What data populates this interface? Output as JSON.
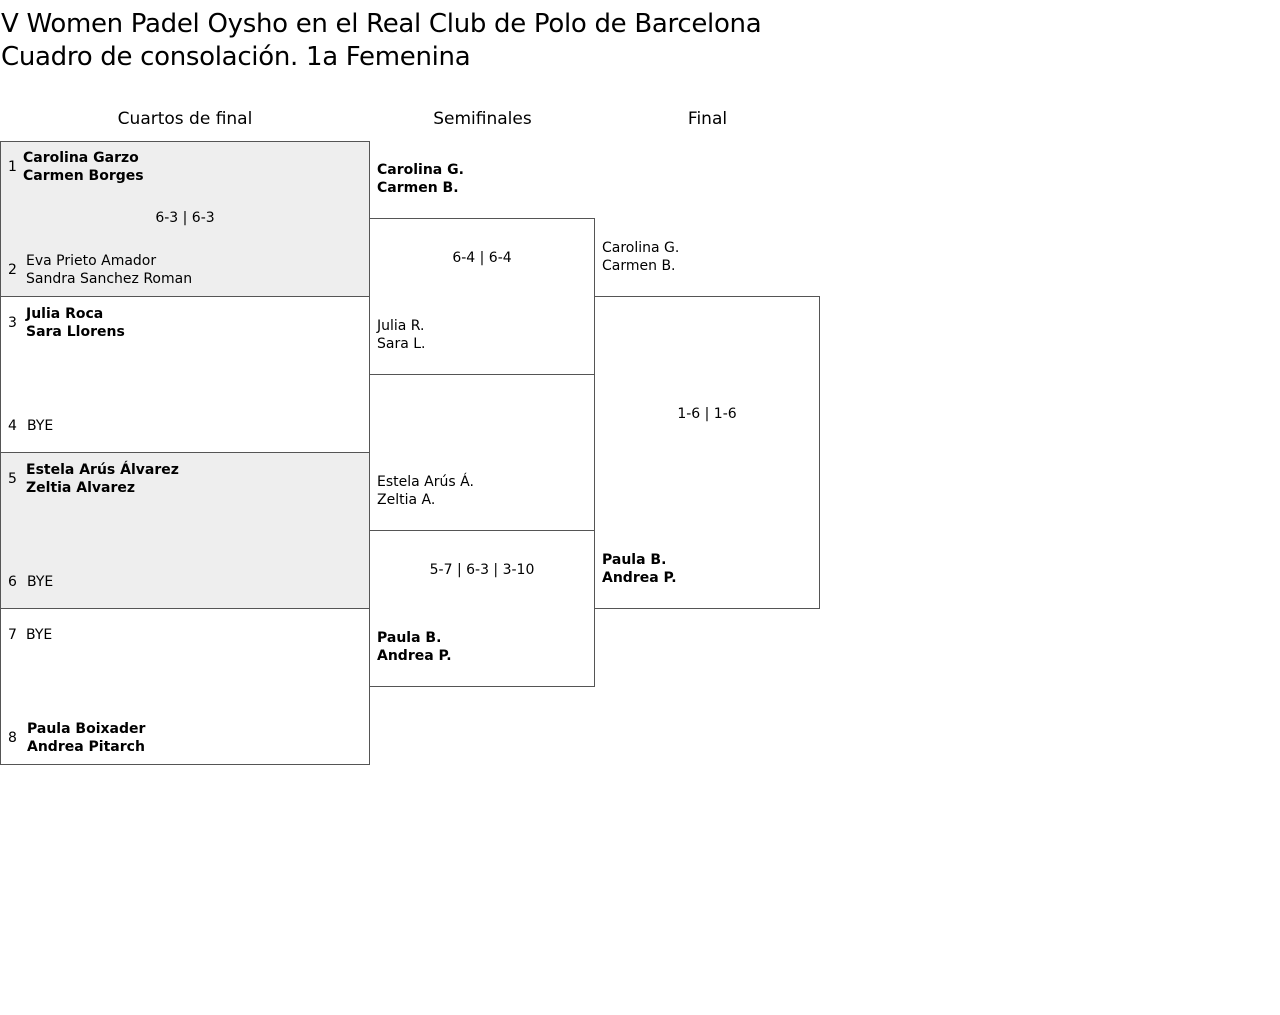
{
  "title": {
    "line1": "V Women Padel Oysho en el Real Club de Polo de Barcelona",
    "line2": "Cuadro de consolación. 1a Femenina"
  },
  "rounds": {
    "quarterfinals": "Cuartos de final",
    "semifinals": "Semifinales",
    "final": "Final"
  },
  "quarterfinals": [
    {
      "seed_a": "1",
      "player_a1": "Carolina Garzo",
      "player_a2": "Carmen Borges",
      "seed_b": "2",
      "player_b1": "Eva Prieto Amador",
      "player_b2": "Sandra Sanchez Roman",
      "score": "6-3 | 6-3"
    },
    {
      "seed_a": "3",
      "player_a1": "Julia Roca",
      "player_a2": "Sara Llorens",
      "seed_b": "4",
      "player_b1": "BYE"
    },
    {
      "seed_a": "5",
      "player_a1": "Estela Arús Álvarez",
      "player_a2": "Zeltia Alvarez",
      "seed_b": "6",
      "player_b1": "BYE"
    },
    {
      "seed_a": "7",
      "player_a1": "BYE",
      "seed_b": "8",
      "player_b1": "Paula Boixader",
      "player_b2": "Andrea Pitarch"
    }
  ],
  "semifinals": [
    {
      "player_a1": "Carolina G.",
      "player_a2": "Carmen B.",
      "player_b1": "Julia R.",
      "player_b2": "Sara L.",
      "score": "6-4 | 6-4"
    },
    {
      "player_a1": "Estela Arús Á.",
      "player_a2": "Zeltia A.",
      "player_b1": "Paula B.",
      "player_b2": "Andrea P.",
      "score": "5-7 | 6-3 | 3-10"
    }
  ],
  "final": {
    "player_a1": "Carolina G.",
    "player_a2": "Carmen B.",
    "player_b1": "Paula B.",
    "player_b2": "Andrea P.",
    "score": "1-6 | 1-6"
  }
}
